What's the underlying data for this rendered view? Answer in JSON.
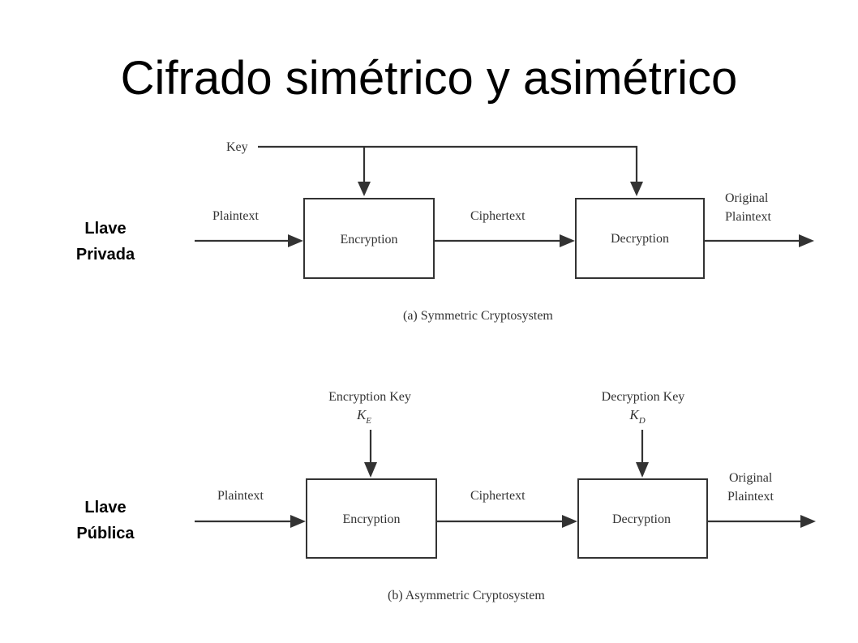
{
  "slide": {
    "title": "Cifrado simétrico y asimétrico"
  },
  "labels": {
    "private_1": "Llave",
    "private_2": "Privada",
    "public_1": "Llave",
    "public_2": "Pública"
  },
  "symmetric": {
    "key": "Key",
    "plaintext": "Plaintext",
    "encryption": "Encryption",
    "ciphertext": "Ciphertext",
    "decryption": "Decryption",
    "original_1": "Original",
    "original_2": "Plaintext",
    "caption": "(a) Symmetric Cryptosystem"
  },
  "asymmetric": {
    "enc_key": "Encryption Key",
    "enc_key_symbol": "K",
    "enc_key_sub": "E",
    "dec_key": "Decryption Key",
    "dec_key_symbol": "K",
    "dec_key_sub": "D",
    "plaintext": "Plaintext",
    "encryption": "Encryption",
    "ciphertext": "Ciphertext",
    "decryption": "Decryption",
    "original_1": "Original",
    "original_2": "Plaintext",
    "caption": "(b) Asymmetric Cryptosystem"
  }
}
